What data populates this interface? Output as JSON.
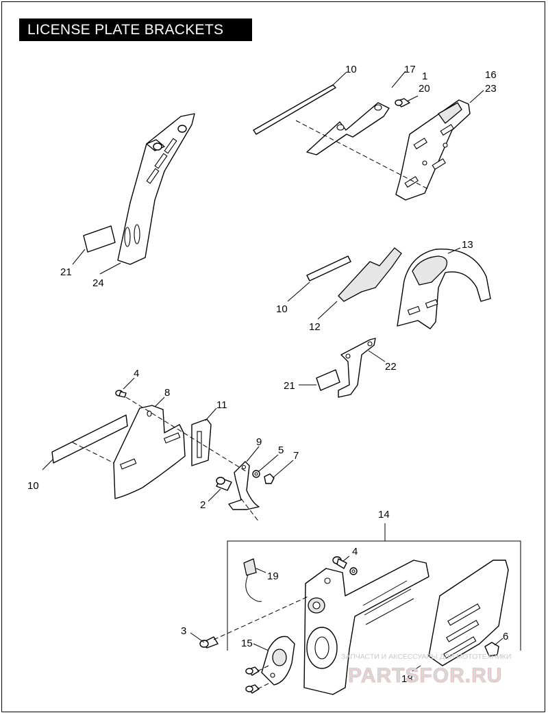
{
  "title": "LICENSE PLATE BRACKETS",
  "callouts": [
    "10",
    "17",
    "1",
    "20",
    "16",
    "23",
    "21",
    "24",
    "13",
    "10",
    "12",
    "22",
    "21",
    "4",
    "8",
    "11",
    "9",
    "5",
    "7",
    "10",
    "2",
    "14",
    "4",
    "19",
    "3",
    "15",
    "6",
    "18"
  ],
  "watermark": {
    "tagline": "ЗАПЧАСТИ И АКСЕССУАРЫ ДЛЯ МОТОТЕХНИКИ",
    "site": "PARTSFOR.RU"
  },
  "colors": {
    "ink": "#000000",
    "background": "#ffffff",
    "watermark": "#c9c9c9",
    "watermark_red": "#e9b9b9"
  }
}
